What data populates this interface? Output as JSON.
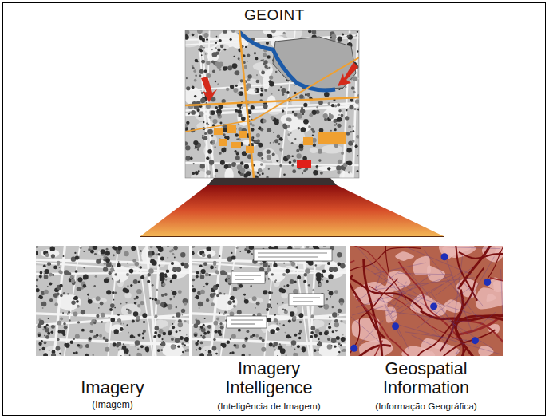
{
  "diagram": {
    "title": "GEOINT",
    "nodes": [
      {
        "text": [
          "Imagery",
          "(Imagem)"
        ]
      },
      {
        "text": [
          "Imagery Intelligence",
          "(Inteligência de Imagem)"
        ]
      },
      {
        "text": [
          "Geospatial Information",
          "(Informação Geográfica)"
        ]
      }
    ]
  }
}
